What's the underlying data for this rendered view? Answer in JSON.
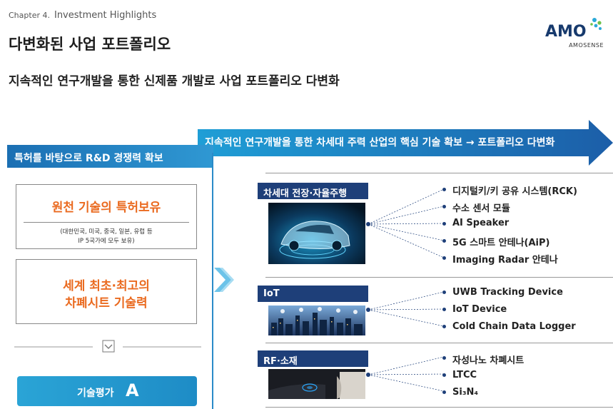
{
  "header": {
    "chapter_num": "Chapter 4.",
    "chapter_title": "Investment Highlights",
    "title": "다변화된 사업 포트폴리오",
    "subtitle": "지속적인 연구개발을 통한 신제품 개발로 사업 포트폴리오 다변화"
  },
  "logo": {
    "main": "AMO",
    "sub": "AMOSENSE"
  },
  "left": {
    "banner": "특허를 바탕으로 R&D 경쟁력 확보",
    "box1_heading": "원천 기술의 특허보유",
    "box1_note_line1": "(대한민국, 미국, 중국, 일본, 유럽 등",
    "box1_note_line2": "IP 5국가에 모두 보유)",
    "box2_line1": "세계 최초·최고의",
    "box2_line2": "차폐시트 기술력",
    "badge_text": "기술평가",
    "badge_grade": "A"
  },
  "right": {
    "banner": "지속적인 연구개발을 통한 차세대 주력 산업의 핵심 기술 확보 → 포트폴리오 다변화",
    "categories": [
      {
        "label": "차세대 전장·자율주행",
        "items": [
          "디지털키/키 공유 시스템(RCK)",
          "수소 센서 모듈",
          "AI Speaker",
          "5G 스마트 안테나(AiP)",
          "Imaging Radar 안테나"
        ]
      },
      {
        "label": "IoT",
        "items": [
          "UWB Tracking Device",
          "IoT Device",
          "Cold Chain Data Logger"
        ]
      },
      {
        "label": "RF·소재",
        "items": [
          "자성나노 차폐시트",
          "LTCC",
          "Si₃N₄"
        ]
      }
    ]
  },
  "colors": {
    "orange_accent": "#ea6a1f",
    "navy": "#1e3f79",
    "blue_banner": "#1b6fb3",
    "arrow_blue": "#2a7fc4"
  }
}
